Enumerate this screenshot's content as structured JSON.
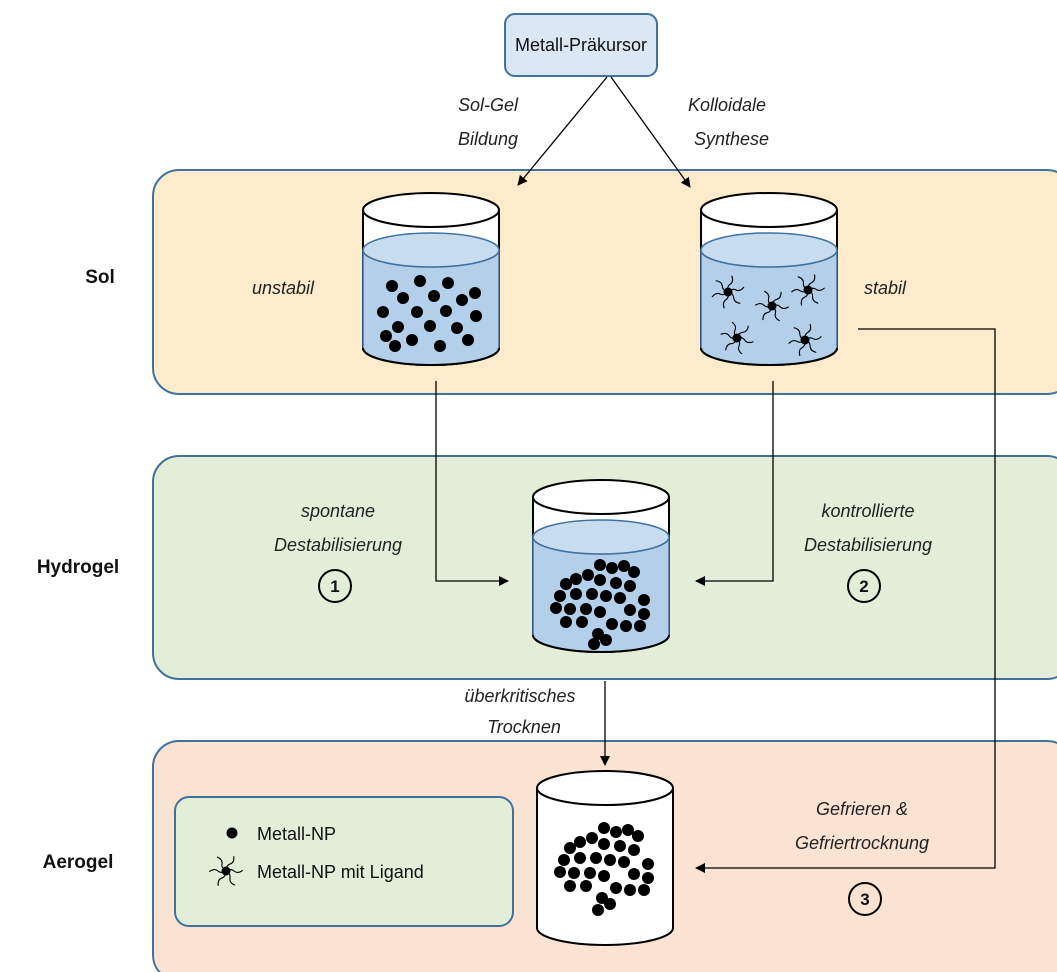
{
  "top_box": {
    "label": "Metall-Präkursor"
  },
  "routes": {
    "sol_gel": [
      "Sol-Gel",
      "Bildung"
    ],
    "colloidal": [
      "Kolloidale",
      "Synthese"
    ]
  },
  "rows": {
    "sol": {
      "label": "Sol",
      "unstable": "unstabil",
      "stable": "stabil"
    },
    "hydrogel": {
      "label": "Hydrogel",
      "left": [
        "spontane",
        "Destabilisierung"
      ],
      "right": [
        "kontrollierte",
        "Destabilisierung"
      ],
      "num_left": "1",
      "num_right": "2"
    },
    "aerogel": {
      "label": "Aerogel",
      "drying": [
        "überkritisches",
        "Trocknen"
      ],
      "freeze": [
        "Gefrieren &",
        "Gefriertrocknung"
      ],
      "num_freeze": "3"
    }
  },
  "legend": {
    "np": "Metall-NP",
    "np_ligand": "Metall-NP mit Ligand"
  },
  "colors": {
    "sol_band": "#fdeccb",
    "hydrogel_band": "#e3eed8",
    "aerogel_band": "#fbe3d4",
    "band_border": "#41719c",
    "liquid": "#b4cfea",
    "particle": "#000000",
    "top_box": "#dae7f4"
  }
}
